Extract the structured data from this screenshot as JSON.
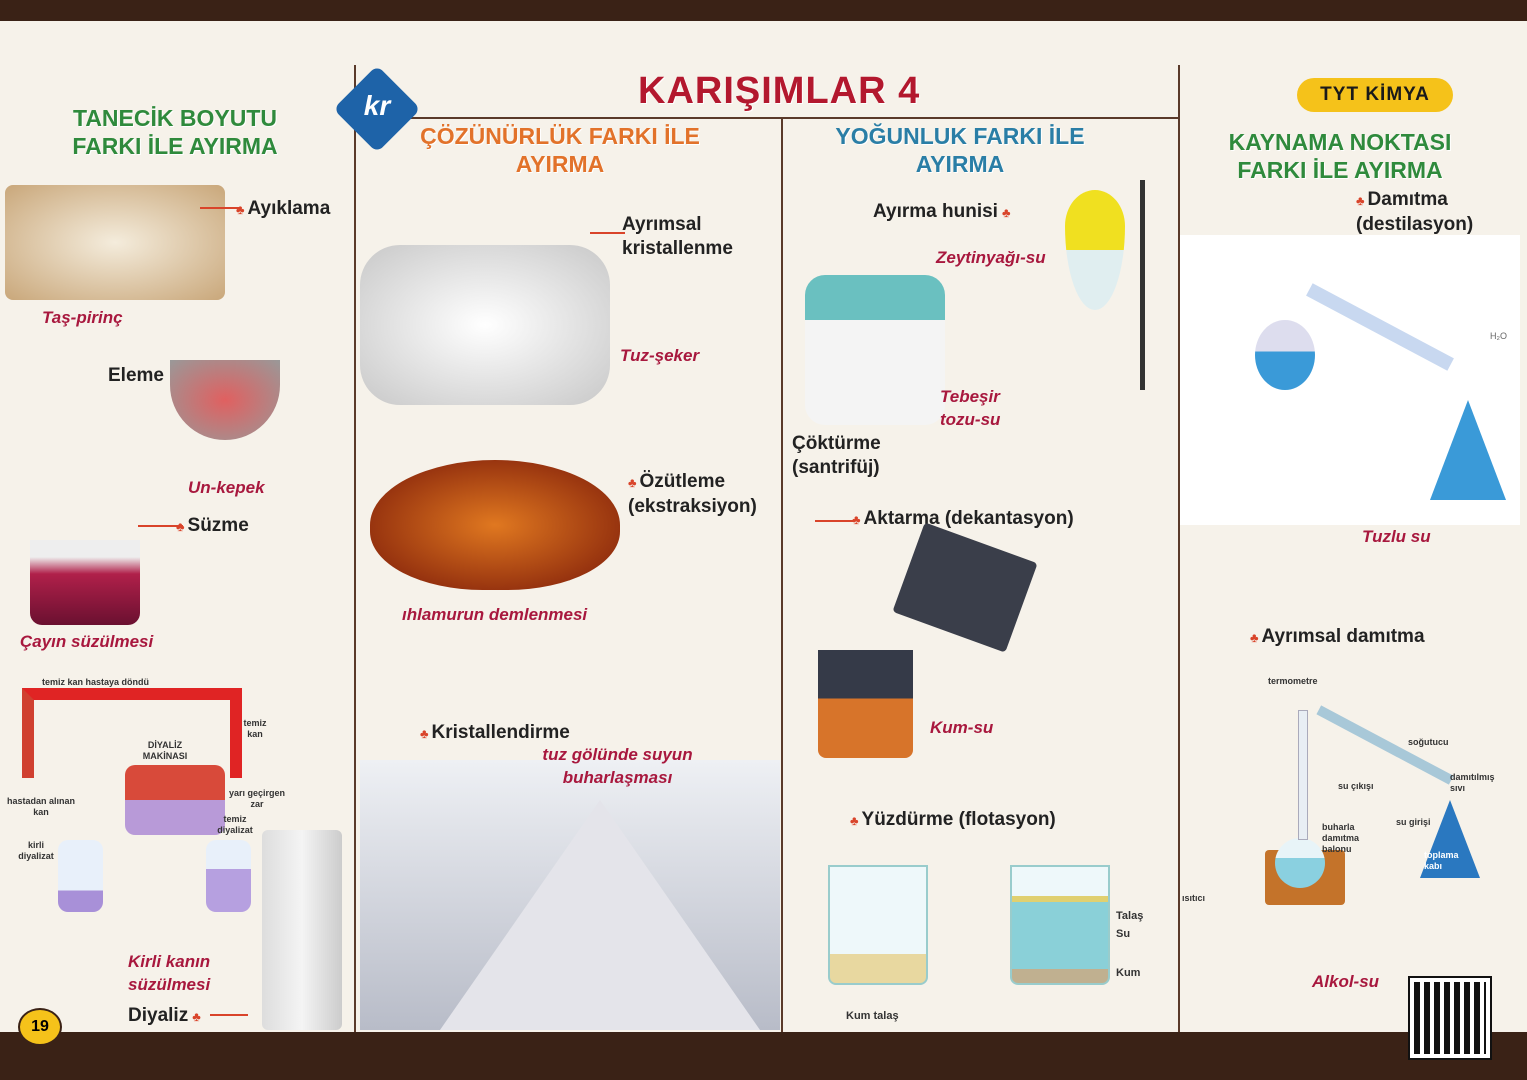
{
  "title": "KARIŞIMLAR 4",
  "badge": "TYT KİMYA",
  "logo": "kr",
  "page_number": "19",
  "columns": {
    "size": {
      "heading": "TANECİK BOYUTU FARKI İLE AYIRMA",
      "ayiklama": "Ayıklama",
      "tas_pirinc": "Taş-pirinç",
      "eleme": "Eleme",
      "un_kepek": "Un-kepek",
      "suzme": "Süzme",
      "cay": "Çayın süzülmesi",
      "kirli_kan": "Kirli kanın süzülmesi",
      "diyaliz": "Diyaliz",
      "dialysis_labels": {
        "returned": "temiz kan hastaya döndü",
        "clean_blood": "temiz kan",
        "machine": "DİYALİZ MAKİNASI",
        "taken": "hastadan alınan kan",
        "membrane": "yarı geçirgen zar",
        "dirty": "kirli diyalizat",
        "clean_dial": "temiz diyalizat"
      }
    },
    "solubility": {
      "heading": "ÇÖZÜNÜRLÜK FARKI İLE AYIRMA",
      "ayrimsal": "Ayrımsal kristallenme",
      "tuz_seker": "Tuz-şeker",
      "ozutleme": "Özütleme (ekstraksiyon)",
      "ihlamur": "ıhlamurun demlenmesi",
      "kristal": "Kristallendirme",
      "tuz_golu": "tuz gölünde suyun buharlaşması"
    },
    "density": {
      "heading": "YOĞUNLUK FARKI İLE AYIRMA",
      "huni": "Ayırma hunisi",
      "zeytin": "Zeytinyağı-su",
      "tebesir": "Tebeşir tozu-su",
      "cokturme": "Çöktürme (santrifüj)",
      "aktarma": "Aktarma (dekantasyon)",
      "kum_su": "Kum-su",
      "yuzdurme": "Yüzdürme (flotasyon)",
      "talas": "Talaş",
      "su": "Su",
      "kum": "Kum",
      "kum_talas": "Kum talaş"
    },
    "boiling": {
      "heading": "KAYNAMA NOKTASI FARKI İLE AYIRMA",
      "damitma": "Damıtma (destilasyon)",
      "tuzlu_su": "Tuzlu su",
      "h2o": "H₂O",
      "ayrimsal_damitma": "Ayrımsal damıtma",
      "alkol_su": "Alkol-su",
      "labels": {
        "thermometer": "termometre",
        "condenser": "soğutucu",
        "water_out": "su çıkışı",
        "distilled": "damıtılmış sıvı",
        "water_in": "su girişi",
        "flask": "buharla damıtma balonu",
        "collector": "toplama kabı",
        "heater": "ısıtıcı"
      }
    }
  }
}
